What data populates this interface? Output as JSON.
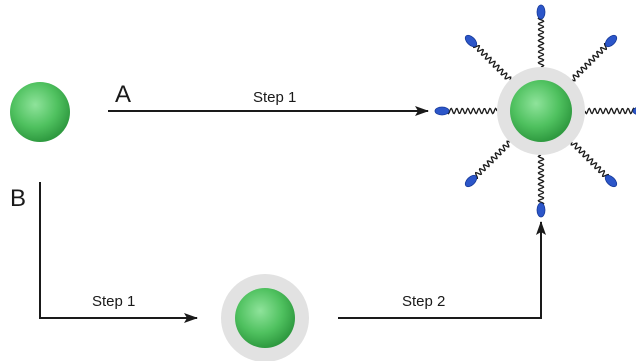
{
  "routes": {
    "a": {
      "letter": "A",
      "step_label": "Step 1"
    },
    "b": {
      "letter": "B",
      "step1_label": "Step 1",
      "step2_label": "Step 2"
    }
  },
  "nodes": [
    "bare-particle",
    "coated-particle",
    "functionalized-particle"
  ],
  "colors": {
    "core_light": "#8fe39b",
    "core_mid": "#4fc15f",
    "core_dark": "#2f9a40",
    "shell": "#e2e2e2",
    "ligand_head": "#2c56c9",
    "ligand_head_dark": "#173a98",
    "arrow": "#1a1a1a"
  },
  "icons": {
    "particle": "green-sphere-icon",
    "ligand": "blue-end-group-icon"
  }
}
